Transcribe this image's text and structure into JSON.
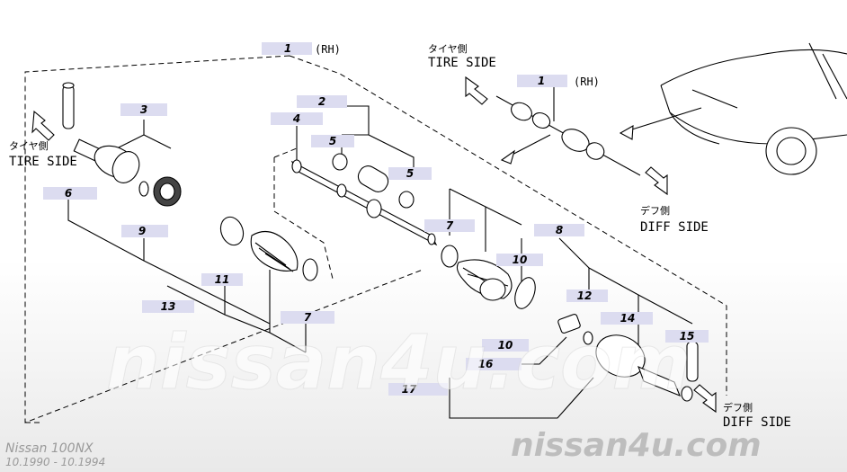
{
  "assembly": {
    "main_number": "1",
    "main_variant": "(RH)",
    "inset_number": "1",
    "inset_variant": "(RH)"
  },
  "sides": {
    "tire_side_jp": "タイヤ側",
    "tire_side_en": "TIRE SIDE",
    "diff_side_jp": "デフ側",
    "diff_side_en": "DIFF SIDE"
  },
  "callouts": {
    "c2": "2",
    "c3": "3",
    "c4": "4",
    "c5a": "5",
    "c5b": "5",
    "c6": "6",
    "c7a": "7",
    "c7b": "7",
    "c8": "8",
    "c9": "9",
    "c10a": "10",
    "c10b": "10",
    "c11": "11",
    "c12": "12",
    "c13": "13",
    "c14": "14",
    "c15": "15",
    "c16": "16",
    "c17": "17"
  },
  "watermark": {
    "large": "nissan4u.com",
    "corner": "nissan4u.com"
  },
  "model": {
    "name": "Nissan 100NX",
    "years": "10.1990 - 10.1994"
  },
  "colors": {
    "callout_bg": "#dcdcf0",
    "line": "#000000",
    "watermark": "#bdbdbd"
  }
}
